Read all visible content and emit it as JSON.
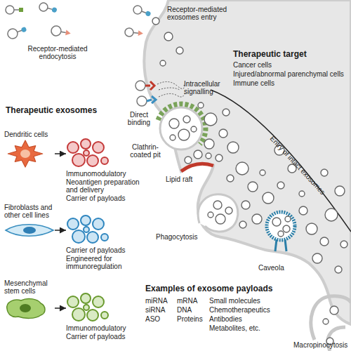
{
  "diagram": {
    "nodes": [
      {
        "text": [
          "Dendritic cells"
        ]
      },
      {
        "text": [
          "Immunomodulatory",
          "Neoantigen preparation and delivery",
          "Carrier of payloads"
        ]
      },
      {
        "text": [
          "Fibroblasts and other cell lines"
        ]
      },
      {
        "text": [
          "Carrier of payloads",
          "Engineered for immunoregulation"
        ]
      },
      {
        "text": [
          "Mesenchymal stem cells"
        ]
      },
      {
        "text": [
          "Immunomodulatory",
          "Carrier of payloads"
        ]
      }
    ],
    "edges": [
      {
        "from": 0,
        "to": 1,
        "arrow": "to"
      },
      {
        "from": 2,
        "to": 3,
        "arrow": "to"
      },
      {
        "from": 4,
        "to": 5,
        "arrow": "to"
      }
    ],
    "labels": [
      "Receptor-mediated exosomes entry",
      "Receptor-mediated endocytosis",
      "Intracellular signalling",
      "Direct binding",
      "Therapeutic exosomes",
      "Therapeutic target",
      "Cancer cells",
      "Injured/abnormal parenchymal cells",
      "Immune cells",
      "Clathrin-coated pit",
      "Entry of intact exosomes",
      "Lipid raft",
      "Phagocytosis",
      "Caveola",
      "Examples of exosome payloads",
      "miRNA",
      "mRNA",
      "Small molecules",
      "siRNA",
      "DNA",
      "Chemotherapeutics",
      "ASO",
      "Proteins",
      "Antibodies",
      "Metabolites, etc.",
      "Macropinocytosis"
    ]
  }
}
